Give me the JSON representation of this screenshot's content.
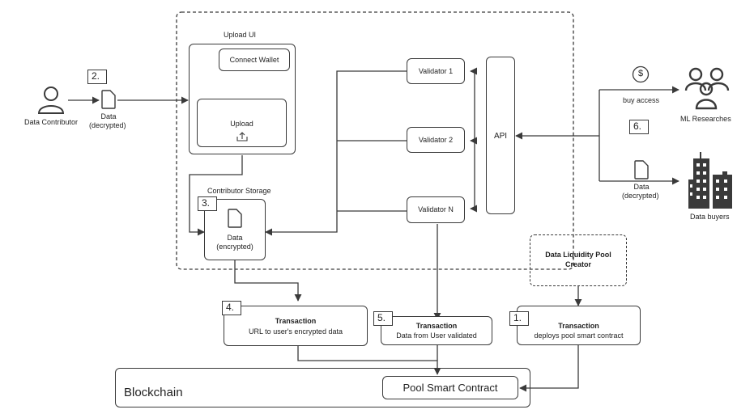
{
  "upload_ui": {
    "title": "Upload UI",
    "connect_wallet": "Connect Wallet",
    "upload": "Upload"
  },
  "contributor": {
    "label": "Data Contributor"
  },
  "data_contributor_file": {
    "line1": "Data",
    "line2": "(decrypted)"
  },
  "contributor_storage": {
    "title": "Contributor Storage",
    "data_line1": "Data",
    "data_line2": "(encrypted)"
  },
  "validators": [
    "Validator 1",
    "Validator 2",
    "Validator N"
  ],
  "api": {
    "label": "API"
  },
  "buyers": {
    "ml_label": "ML Researches",
    "data_buyers_label": "Data buyers",
    "buy_access": "buy access",
    "data_line1": "Data",
    "data_line2": "(decrypted)",
    "dollar": "$"
  },
  "pool_creator": {
    "line1": "Data Liquidity Pool",
    "line2": "Creator"
  },
  "transactions": [
    {
      "number": "4.",
      "title": "Transaction",
      "desc": "URL to user's encrypted data"
    },
    {
      "number": "5.",
      "title": "Transaction",
      "desc": "Data from User validated"
    },
    {
      "number": "1.",
      "title": "Transaction",
      "desc": "deploys pool smart contract"
    }
  ],
  "steps": {
    "two": "2.",
    "three": "3.",
    "six": "6."
  },
  "blockchain": {
    "label": "Blockchain",
    "contract": "Pool Smart Contract"
  },
  "colors": {
    "stroke": "#3a3a3a",
    "background": "#ffffff"
  }
}
